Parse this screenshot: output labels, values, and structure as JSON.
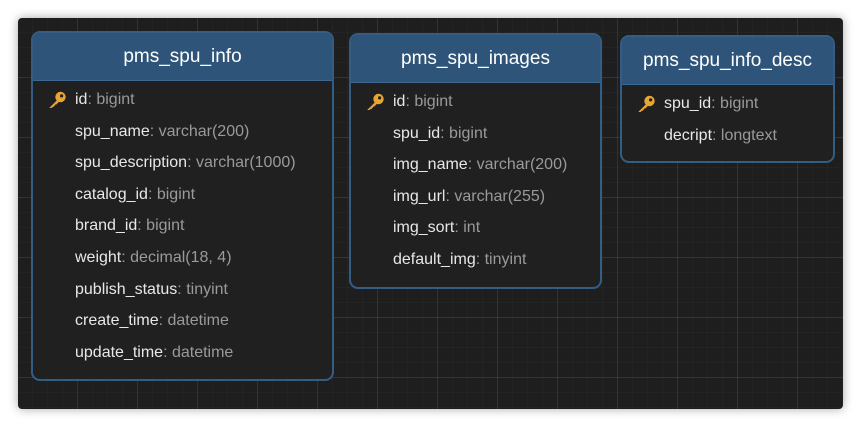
{
  "tables": [
    {
      "name": "pms_spu_info",
      "columns": [
        {
          "name": "id",
          "type": "bigint",
          "key": true
        },
        {
          "name": "spu_name",
          "type": "varchar(200)",
          "key": false
        },
        {
          "name": "spu_description",
          "type": "varchar(1000)",
          "key": false
        },
        {
          "name": "catalog_id",
          "type": "bigint",
          "key": false
        },
        {
          "name": "brand_id",
          "type": "bigint",
          "key": false
        },
        {
          "name": "weight",
          "type": "decimal(18, 4)",
          "key": false
        },
        {
          "name": "publish_status",
          "type": "tinyint",
          "key": false
        },
        {
          "name": "create_time",
          "type": "datetime",
          "key": false
        },
        {
          "name": "update_time",
          "type": "datetime",
          "key": false
        }
      ]
    },
    {
      "name": "pms_spu_images",
      "columns": [
        {
          "name": "id",
          "type": "bigint",
          "key": true
        },
        {
          "name": "spu_id",
          "type": "bigint",
          "key": false
        },
        {
          "name": "img_name",
          "type": "varchar(200)",
          "key": false
        },
        {
          "name": "img_url",
          "type": "varchar(255)",
          "key": false
        },
        {
          "name": "img_sort",
          "type": "int",
          "key": false
        },
        {
          "name": "default_img",
          "type": "tinyint",
          "key": false
        }
      ]
    },
    {
      "name": "pms_spu_info_desc",
      "columns": [
        {
          "name": "spu_id",
          "type": "bigint",
          "key": true
        },
        {
          "name": "decript",
          "type": "longtext",
          "key": false
        }
      ]
    }
  ],
  "separator": ": ",
  "icons": {
    "primary_key": "key-icon"
  },
  "colors": {
    "header_bg": "#2e5579",
    "card_border": "#345d86",
    "canvas_bg": "#1e1e1e",
    "key_icon": "#e8a531",
    "column_name": "#e8e8e8",
    "column_type": "#9a9a9a"
  }
}
